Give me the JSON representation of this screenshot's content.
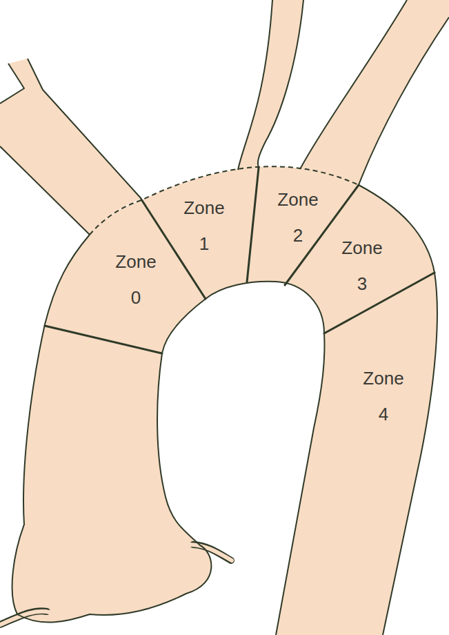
{
  "diagram": {
    "labels": [
      "Zone 0",
      "Zone 1",
      "Zone 2",
      "Zone 3",
      "Zone 4"
    ]
  }
}
